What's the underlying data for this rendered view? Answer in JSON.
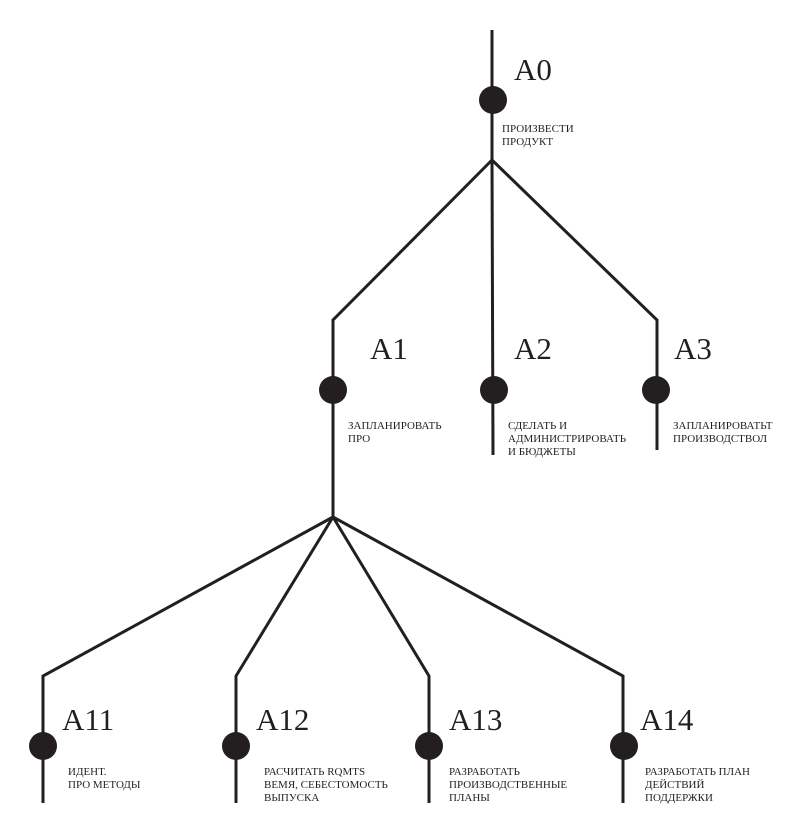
{
  "diagram": {
    "line_color": "#231f20",
    "nodes": [
      {
        "id": "A0",
        "label": "ПРОИЗВЕСТИ\nПРОДУКТ"
      },
      {
        "id": "A1",
        "label": "ЗАПЛАНИРОВАТЬ\nПрО"
      },
      {
        "id": "A2",
        "label": "СДЕЛАТЬ И\nАДМИНИСТРИРОВАТЬ\nИ БЮДЖЕТЫ"
      },
      {
        "id": "A3",
        "label": "ЗАПЛАНИРОВАТЬТ\nПРОИЗВОДСТВОЛ"
      },
      {
        "id": "A11",
        "label": "ИДЕНТ.\nПрО МЕТОДЫ"
      },
      {
        "id": "A12",
        "label": "РАСЧИТАТЬ RQMTS\nВЕМЯ, СЕБЕСТОМОСТЬ\nВЫПУСКА"
      },
      {
        "id": "A13",
        "label": "РАЗРАБОТАТЬ\nПРОИЗВОДСТВЕННЫЕ\nПЛАНЫ"
      },
      {
        "id": "A14",
        "label": "РАЗРАБОТАТЬ ПЛАН\nДЕЙСТВИЙ\nПОДДЕРЖКИ"
      }
    ]
  }
}
